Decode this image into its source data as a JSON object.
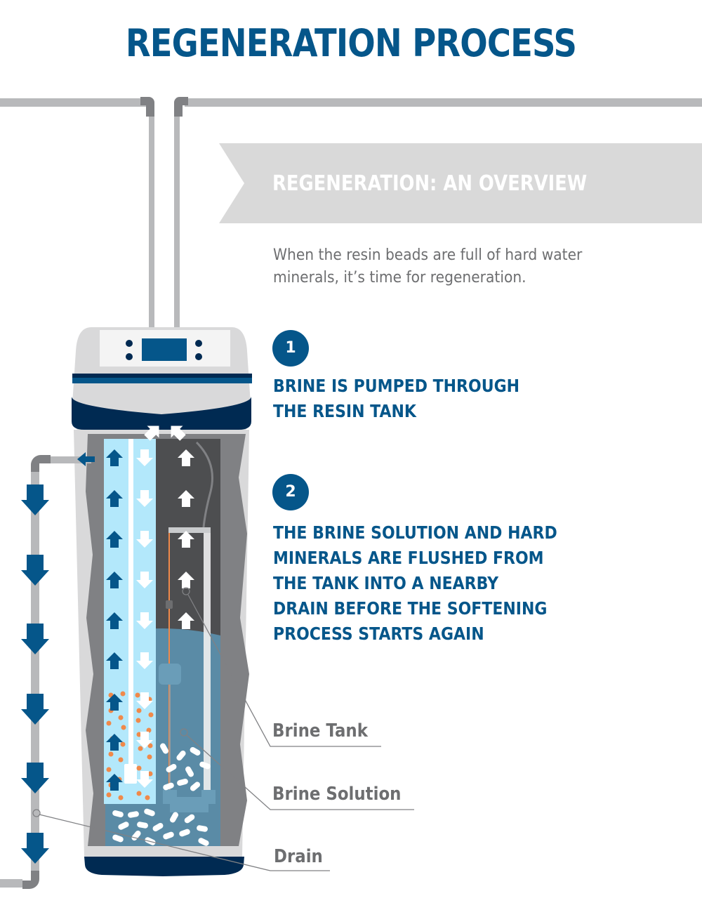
{
  "header": {
    "title": "REGENERATION PROCESS"
  },
  "overview": {
    "banner_title": "REGENERATION: AN OVERVIEW",
    "intro_text": "When the resin beads are full of hard water minerals, it’s time for regeneration."
  },
  "steps": [
    {
      "number": "1",
      "text": "BRINE IS PUMPED THROUGH\nTHE RESIN TANK"
    },
    {
      "number": "2",
      "text": "THE BRINE SOLUTION AND HARD\nMINERALS ARE FLUSHED FROM\nTHE TANK INTO A NEARBY\nDRAIN BEFORE THE SOFTENING\nPROCESS STARTS AGAIN"
    }
  ],
  "callouts": [
    {
      "label": "Brine Tank"
    },
    {
      "label": "Brine Solution"
    },
    {
      "label": "Drain"
    }
  ],
  "colors": {
    "brand_blue": "#05568a",
    "navy": "#002a52",
    "resin_light_blue": "#b3e8fb",
    "brine_blue": "#5a8ba6",
    "mineral_orange": "#f0894a",
    "pipe_gray": "#b8b9bb",
    "text_gray": "#6d6e70"
  }
}
